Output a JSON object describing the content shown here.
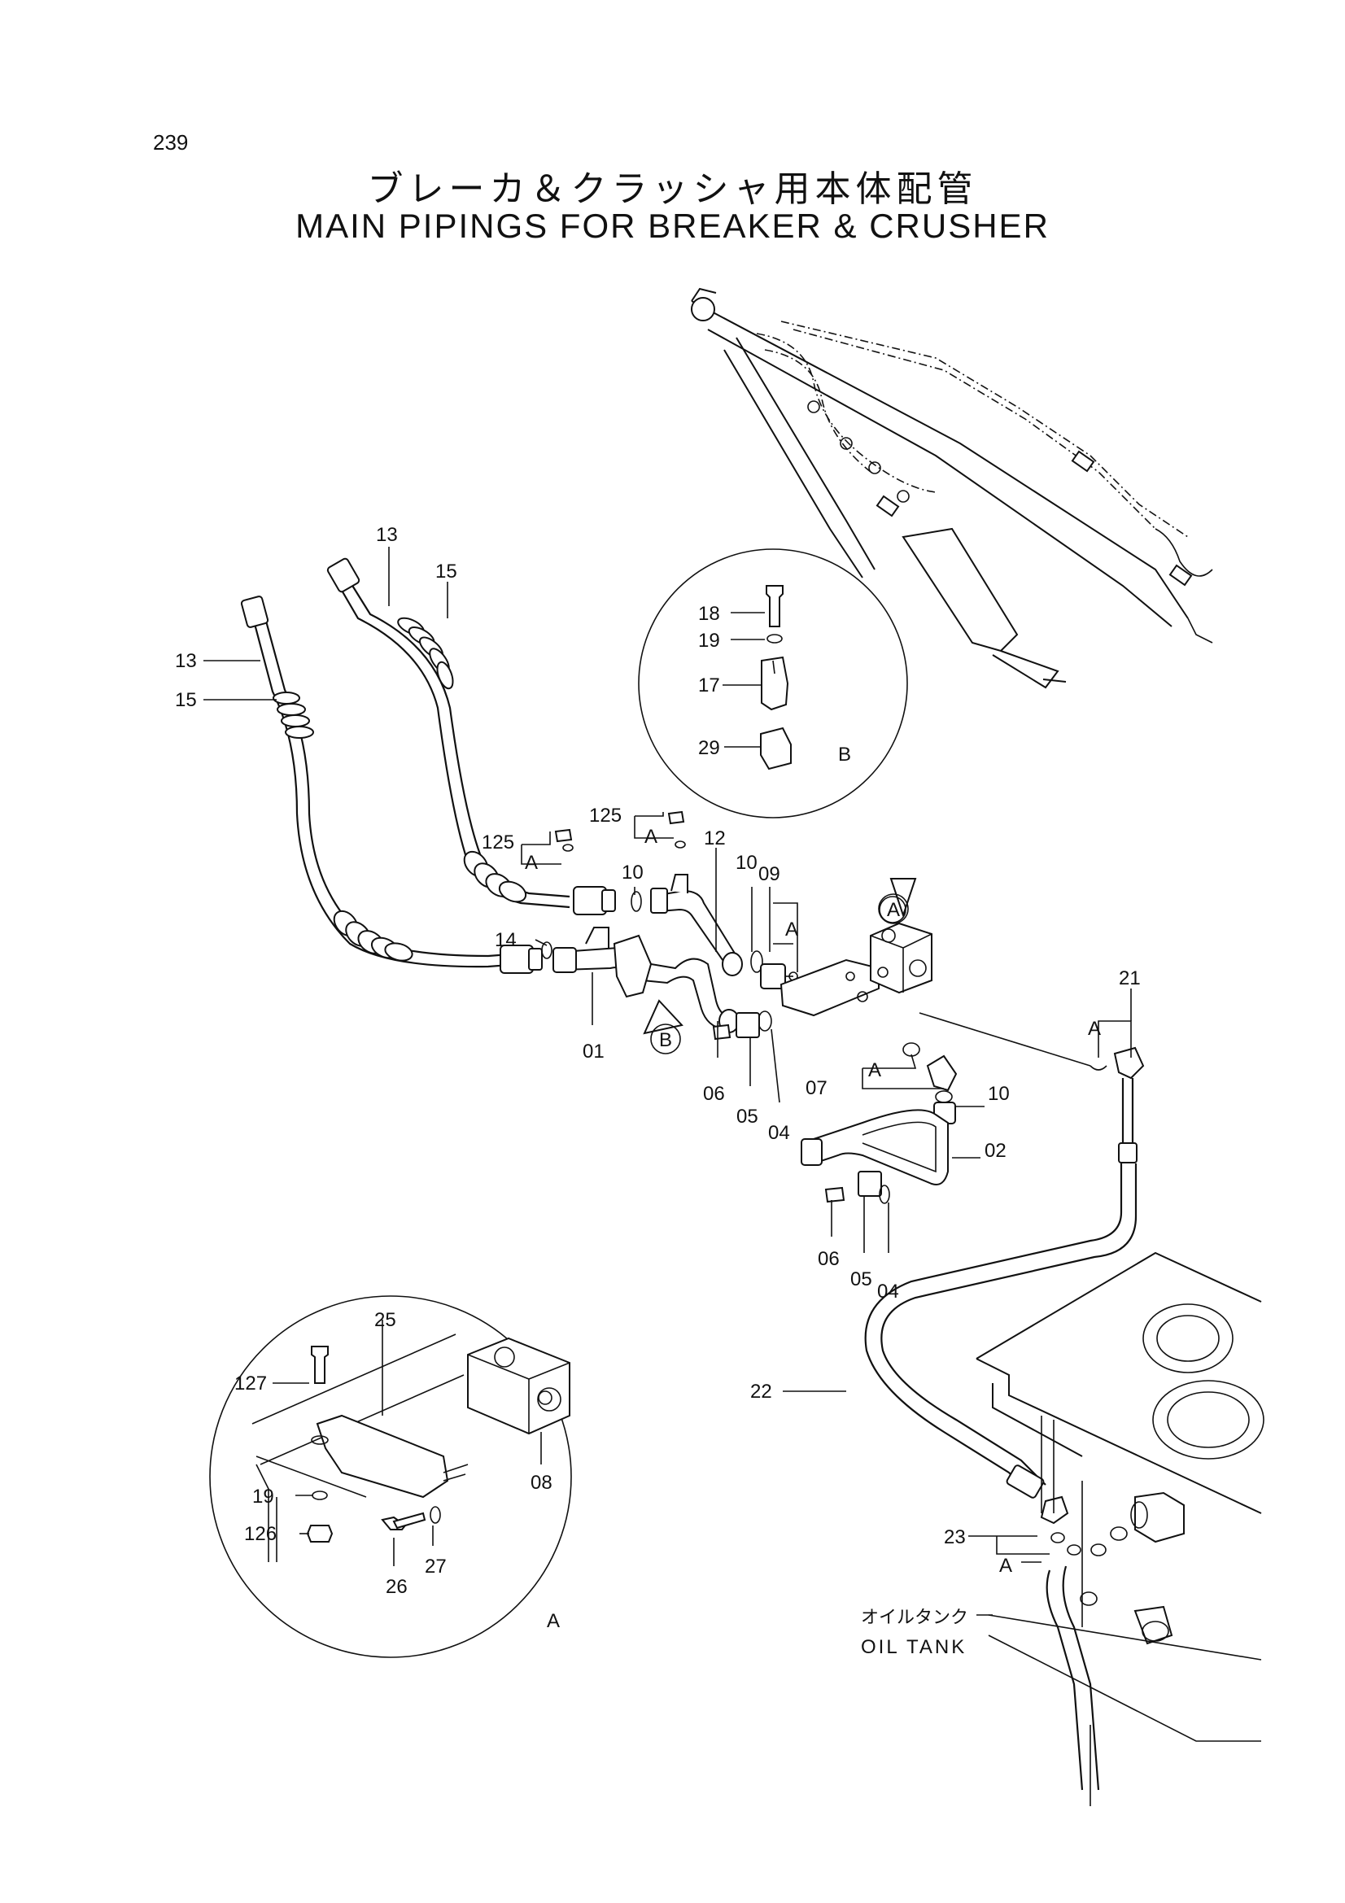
{
  "page_number": "239",
  "title_jp": "ブレーカ＆クラッシャ用本体配管",
  "title_en": "MAIN PIPINGS FOR BREAKER & CRUSHER",
  "oil_tank_jp": "オイルタンク",
  "oil_tank_en": "OIL TANK",
  "detail_a_letter": "A",
  "detail_b_letter": "B",
  "callout_a": "A",
  "callout_b": "B",
  "ref_a": "A",
  "parts": {
    "p01": "01",
    "p02": "02",
    "p04a": "04",
    "p04b": "04",
    "p05a": "05",
    "p05b": "05",
    "p06a": "06",
    "p06b": "06",
    "p07": "07",
    "p08": "08",
    "p09": "09",
    "p10a": "10",
    "p10b": "10",
    "p10c": "10",
    "p12": "12",
    "p13a": "13",
    "p13b": "13",
    "p14": "14",
    "p15a": "15",
    "p15b": "15",
    "p17": "17",
    "p18": "18",
    "p19a": "19",
    "p19b": "19",
    "p21": "21",
    "p22": "22",
    "p23": "23",
    "p25": "25",
    "p26": "26",
    "p27": "27",
    "p29": "29",
    "p125a": "125",
    "p125b": "125",
    "p126": "126",
    "p127": "127"
  }
}
